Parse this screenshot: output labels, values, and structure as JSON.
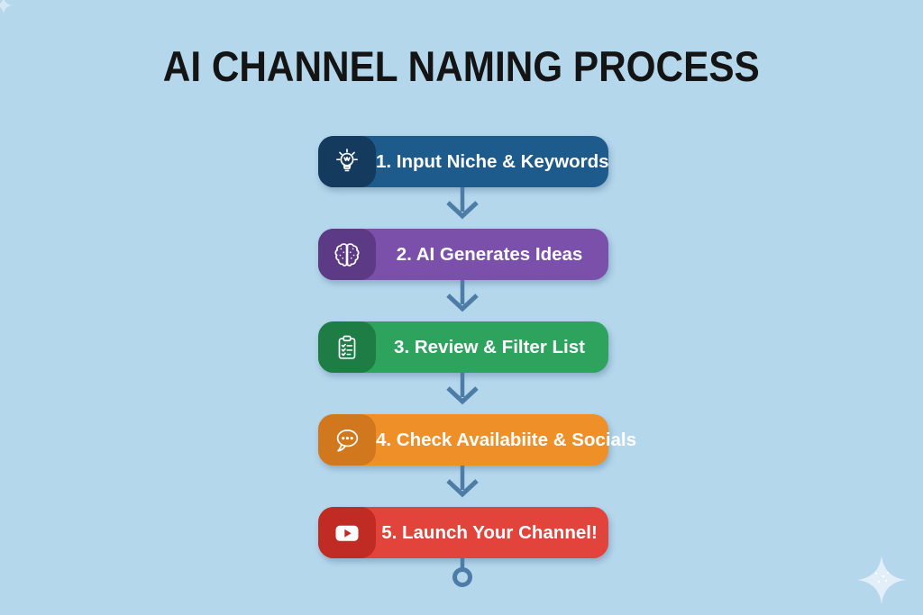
{
  "title": "AI CHANNEL NAMING PROCESS",
  "colors": {
    "background": "#b4d7ec",
    "title": "#141414",
    "connector": "#4d7da7",
    "step_text": "#ffffff"
  },
  "steps": [
    {
      "label": "1. Input Niche & Keywords",
      "icon": "lightbulb-icon",
      "pill_color": "#1e5b8d",
      "icon_bg_color": "#143a5e"
    },
    {
      "label": "2. AI Generates Ideas",
      "icon": "brain-icon",
      "pill_color": "#7b50aa",
      "icon_bg_color": "#5c3a85"
    },
    {
      "label": "3. Review & Filter List",
      "icon": "clipboard-checklist-icon",
      "pill_color": "#2ea35e",
      "icon_bg_color": "#1e7c45"
    },
    {
      "label": "4. Check Availabiite & Socials",
      "icon": "speech-bubble-icon",
      "pill_color": "#ef8f28",
      "icon_bg_color": "#d1781f"
    },
    {
      "label": "5. Launch Your Channel!",
      "icon": "youtube-play-icon",
      "pill_color": "#e2433b",
      "icon_bg_color": "#c02b24"
    }
  ],
  "decorations": {
    "bottom_right_sparkle": "four-point-star",
    "top_left_sparkle": "four-point-star-partial",
    "flow_end": "open-circle"
  }
}
